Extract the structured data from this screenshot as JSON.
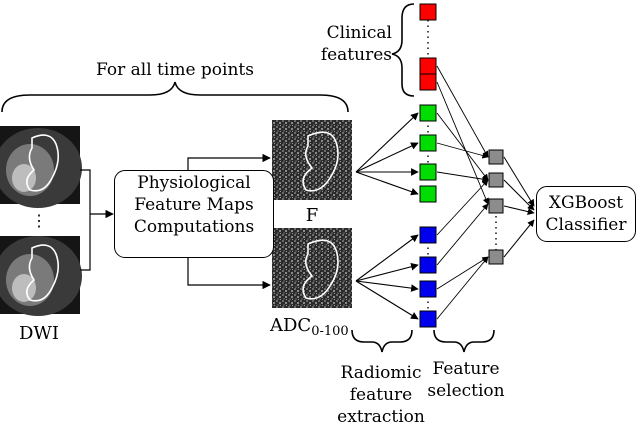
{
  "labels": {
    "all_time_points": "For all time points",
    "dwi": "DWI",
    "dwi_ellipsis": "⋮",
    "f_map": "F",
    "adc_base": "ADC",
    "adc_sub": "0-100",
    "clinical_line1": "Clinical",
    "clinical_line2": "features",
    "radiomic_line1": "Radiomic",
    "radiomic_line2": "feature",
    "radiomic_line3": "extraction",
    "selection_line1": "Feature",
    "selection_line2": "selection"
  },
  "process_box": {
    "line1": "Physiological",
    "line2": "Feature Maps",
    "line3": "Computations"
  },
  "classifier_box": {
    "line1": "XGBoost",
    "line2": "Classifier"
  },
  "colors": {
    "clinical": "#ff0000",
    "f_features": "#00dd00",
    "adc_features": "#0000ee",
    "selected": "#8c8c8c",
    "line": "#000000"
  }
}
